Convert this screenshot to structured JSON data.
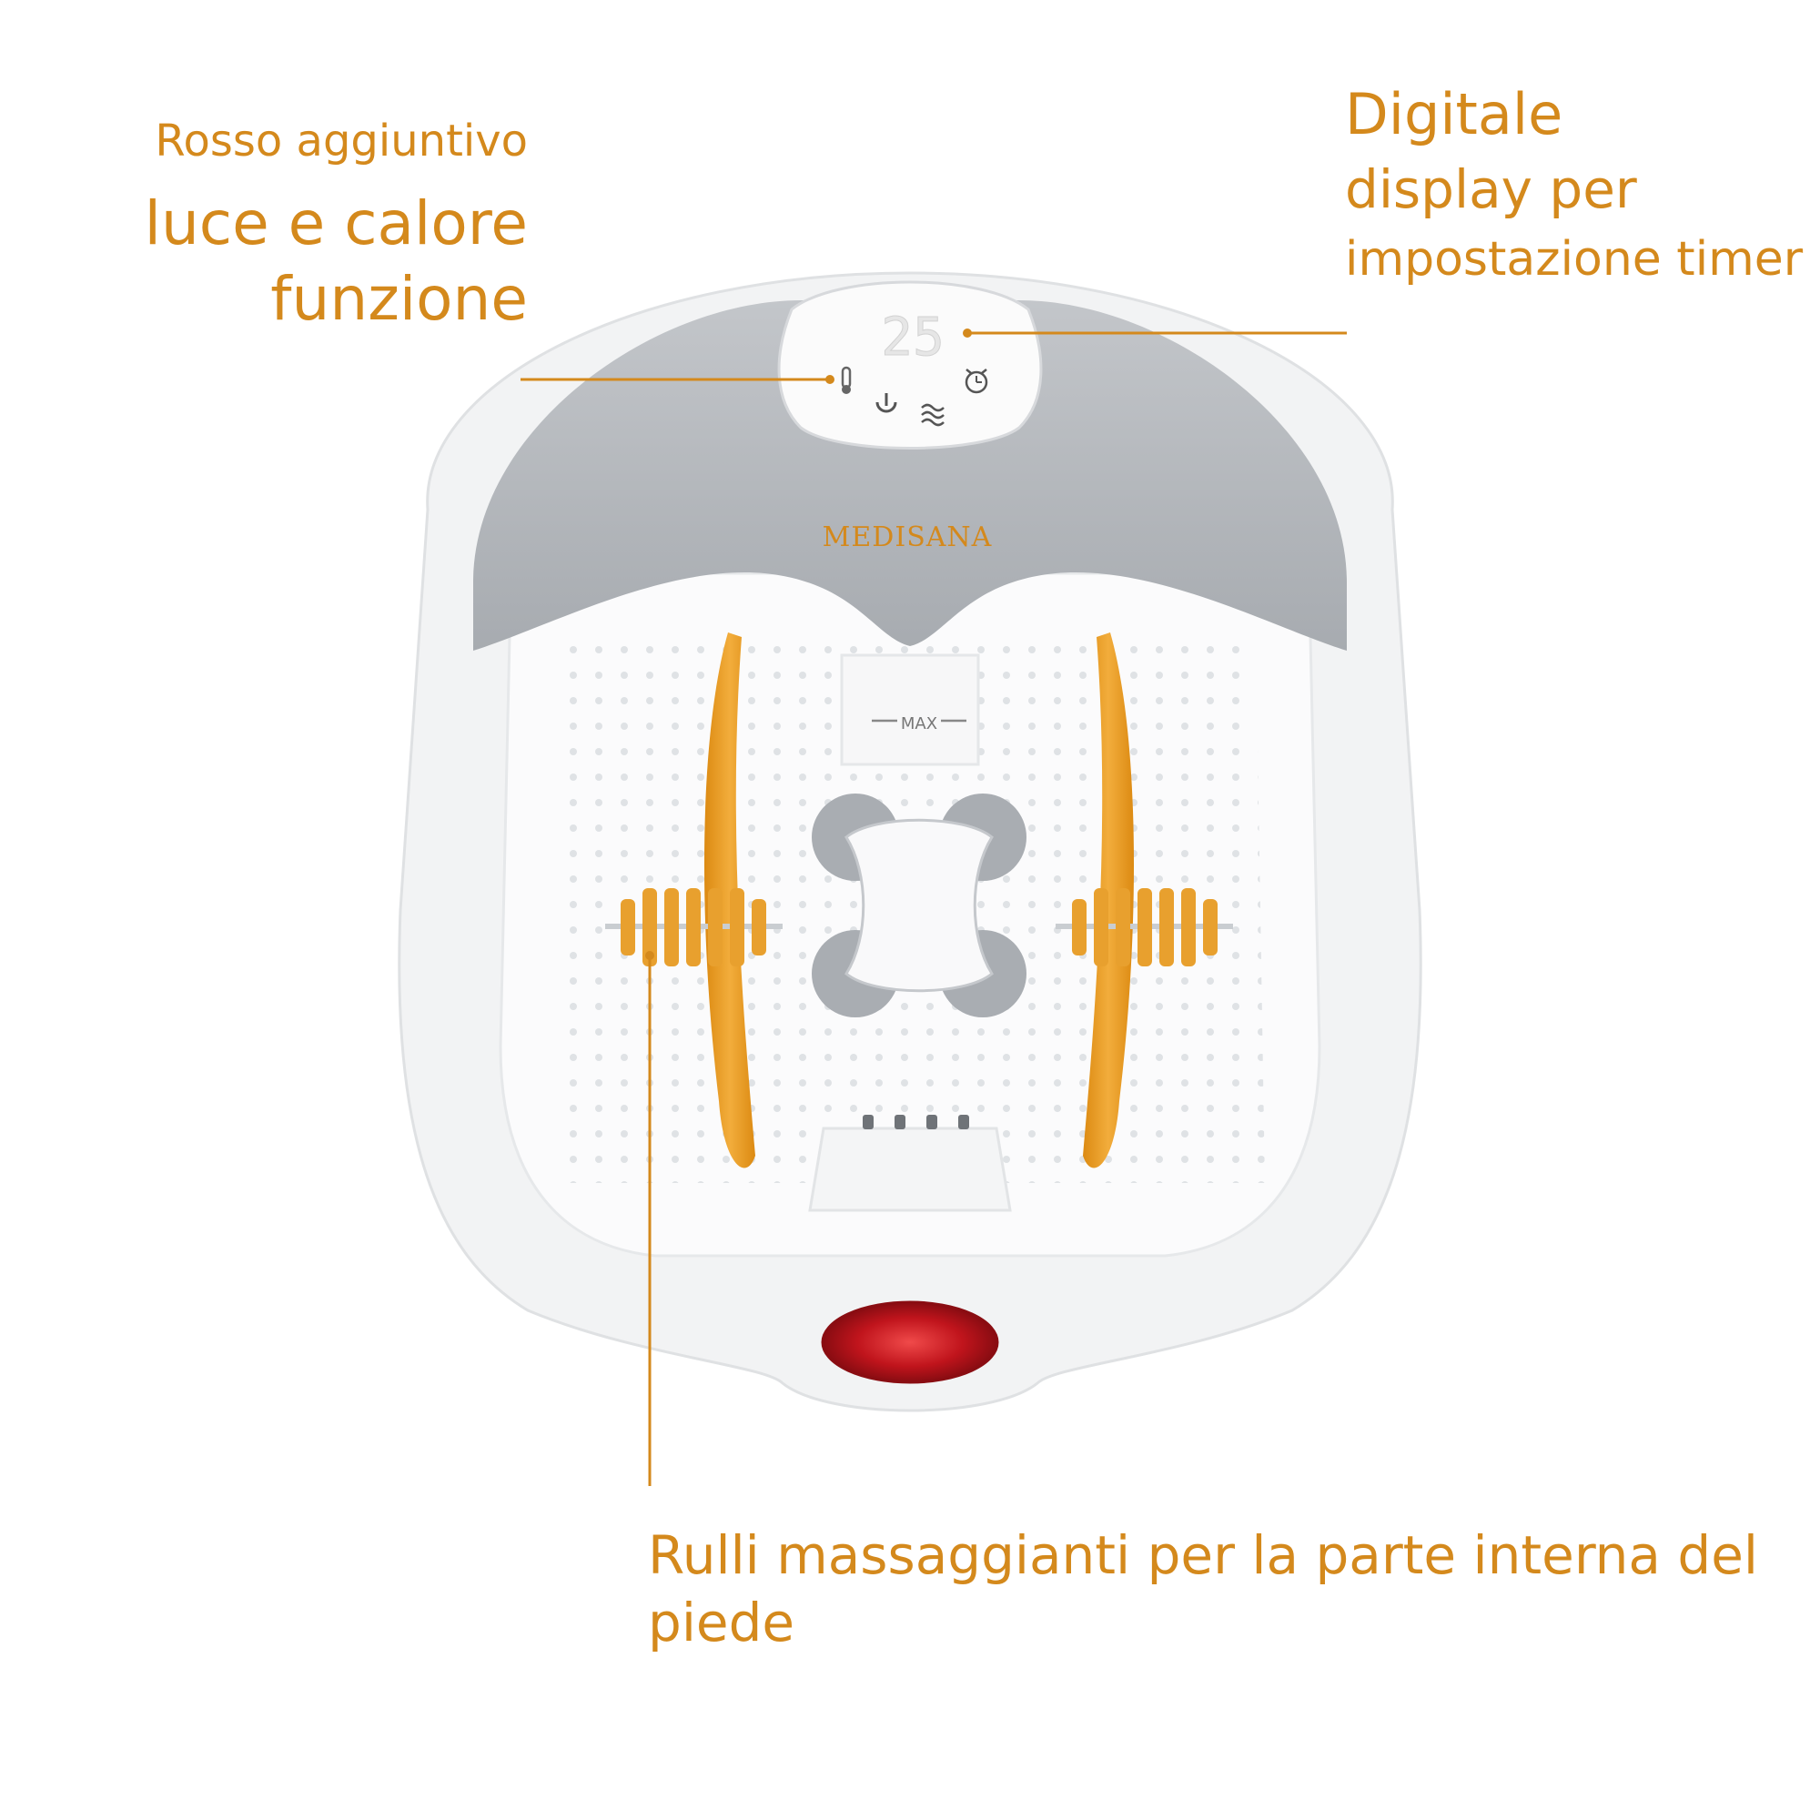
{
  "callouts": {
    "light_heat": {
      "line1": "Rosso aggiuntivo",
      "line2": "luce e calore",
      "line3": "funzione"
    },
    "timer_display": {
      "line1": "Digitale",
      "line2": "display per",
      "line3": "impostazione timer"
    },
    "rollers": {
      "text": "Rulli massaggianti per la parte interna del piede"
    }
  },
  "product": {
    "brand": "MEDISANA",
    "display_value": "25",
    "max_label": "MAX",
    "icons": [
      "thermometer-icon",
      "power-icon",
      "bubbles-icon",
      "alarm-clock-icon"
    ]
  },
  "colors": {
    "accent": "#d4891c",
    "shell": "#b2b6bb",
    "basin": "#f5f6f7",
    "roller": "#e8a02e",
    "red_light": "#c0141c"
  }
}
